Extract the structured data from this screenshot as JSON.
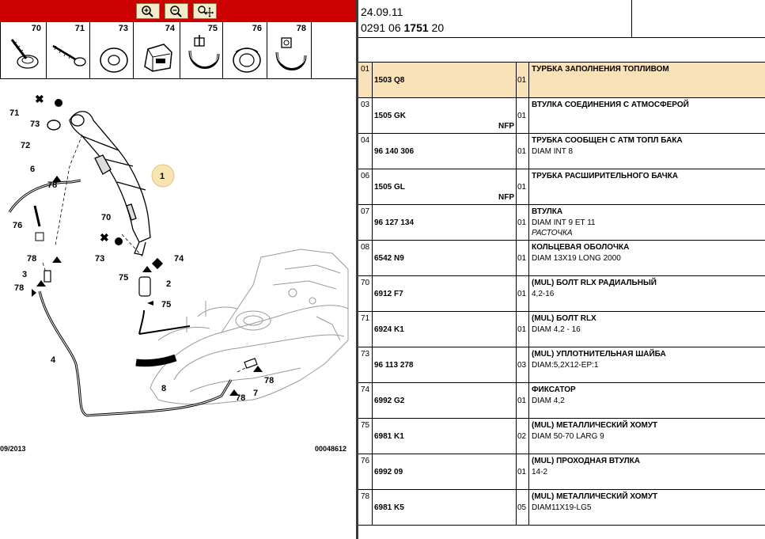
{
  "toolbar": {
    "buttons": [
      {
        "name": "zoom-in-icon"
      },
      {
        "name": "zoom-out-icon"
      },
      {
        "name": "zoom-pan-icon"
      }
    ]
  },
  "thumbnails": [
    {
      "num": "70",
      "icon": "bolt-washer-icon"
    },
    {
      "num": "71",
      "icon": "screw-icon"
    },
    {
      "num": "73",
      "icon": "washer-icon"
    },
    {
      "num": "74",
      "icon": "clip-icon"
    },
    {
      "num": "75",
      "icon": "hose-clamp-icon"
    },
    {
      "num": "76",
      "icon": "grommet-icon"
    },
    {
      "num": "78",
      "icon": "clamp-icon"
    }
  ],
  "diagram": {
    "labels": [
      "71",
      "73",
      "72",
      "6",
      "78",
      "76",
      "1",
      "70",
      "73",
      "74",
      "75",
      "2",
      "75",
      "78",
      "3",
      "78",
      "4",
      "8",
      "78",
      "7",
      "78"
    ],
    "footer_left": "09/2013",
    "footer_right": "00048612"
  },
  "header": {
    "date": "24.09.11",
    "code_part1": "0291 06 ",
    "code_bold": "1751",
    "code_part2": " 20"
  },
  "parts": [
    {
      "pos": "01",
      "ref": "1503 Q8",
      "nfp": "",
      "qty": "01",
      "title": "ТУРБКА ЗАПОЛНЕНИЯ ТОПЛИВОМ",
      "sub": "",
      "note": "",
      "selected": true
    },
    {
      "pos": "03",
      "ref": "1505 GK",
      "nfp": "NFP",
      "qty": "01",
      "title": "ВТУЛКА СОЕДИНЕНИЯ С АТМОСФЕРОЙ",
      "sub": "",
      "note": "",
      "selected": false
    },
    {
      "pos": "04",
      "ref": "96 140 306",
      "nfp": "",
      "qty": "01",
      "title": "ТРУБКА СООБЩЕН С АТМ ТОПЛ БАКА",
      "sub": "DIAM INT 8",
      "note": "",
      "selected": false
    },
    {
      "pos": "06",
      "ref": "1505 GL",
      "nfp": "NFP",
      "qty": "01",
      "title": "ТРУБКА РАСШИРИТЕЛЬНОГО БАЧКА",
      "sub": "",
      "note": "",
      "selected": false
    },
    {
      "pos": "07",
      "ref": "96 127 134",
      "nfp": "",
      "qty": "01",
      "title": "ВТУЛКА",
      "sub": "DIAM INT 9 ET 11",
      "note": "РАСТОЧКА",
      "selected": false
    },
    {
      "pos": "08",
      "ref": "6542 N9",
      "nfp": "",
      "qty": "01",
      "title": "КОЛЬЦЕВАЯ ОБОЛОЧКА",
      "sub": "DIAM 13X19 LONG 2000",
      "note": "",
      "selected": false
    },
    {
      "pos": "70",
      "ref": "6912 F7",
      "nfp": "",
      "qty": "01",
      "title": "(MUL) БОЛТ RLX РАДИАЛЬНЫЙ",
      "sub": "4,2-16",
      "note": "",
      "selected": false
    },
    {
      "pos": "71",
      "ref": "6924 K1",
      "nfp": "",
      "qty": "01",
      "title": "(MUL) БОЛТ RLX",
      "sub": "DIAM 4,2 - 16",
      "note": "",
      "selected": false
    },
    {
      "pos": "73",
      "ref": "96 113 278",
      "nfp": "",
      "qty": "03",
      "title": "(MUL) УПЛОТНИТЕЛЬНАЯ ШАЙБА",
      "sub": "DIAM:5,2X12-EP:1",
      "note": "",
      "selected": false
    },
    {
      "pos": "74",
      "ref": "6992 G2",
      "nfp": "",
      "qty": "01",
      "title": "ФИКСАТОР",
      "sub": "DIAM 4,2",
      "note": "",
      "selected": false
    },
    {
      "pos": "75",
      "ref": "6981 K1",
      "nfp": "",
      "qty": "02",
      "title": "(MUL) МЕТАЛЛИЧЕСКИЙ ХОМУТ",
      "sub": "DIAM 50-70 LARG 9",
      "note": "",
      "selected": false
    },
    {
      "pos": "76",
      "ref": "6992 09",
      "nfp": "",
      "qty": "01",
      "title": "(MUL) ПРОХОДНАЯ ВТУЛКА",
      "sub": "14-2",
      "note": "",
      "selected": false
    },
    {
      "pos": "78",
      "ref": "6981 K5",
      "nfp": "",
      "qty": "05",
      "title": "(MUL) МЕТАЛЛИЧЕСКИЙ ХОМУТ",
      "sub": "DIAM11X19-LG5",
      "note": "",
      "selected": false
    }
  ]
}
